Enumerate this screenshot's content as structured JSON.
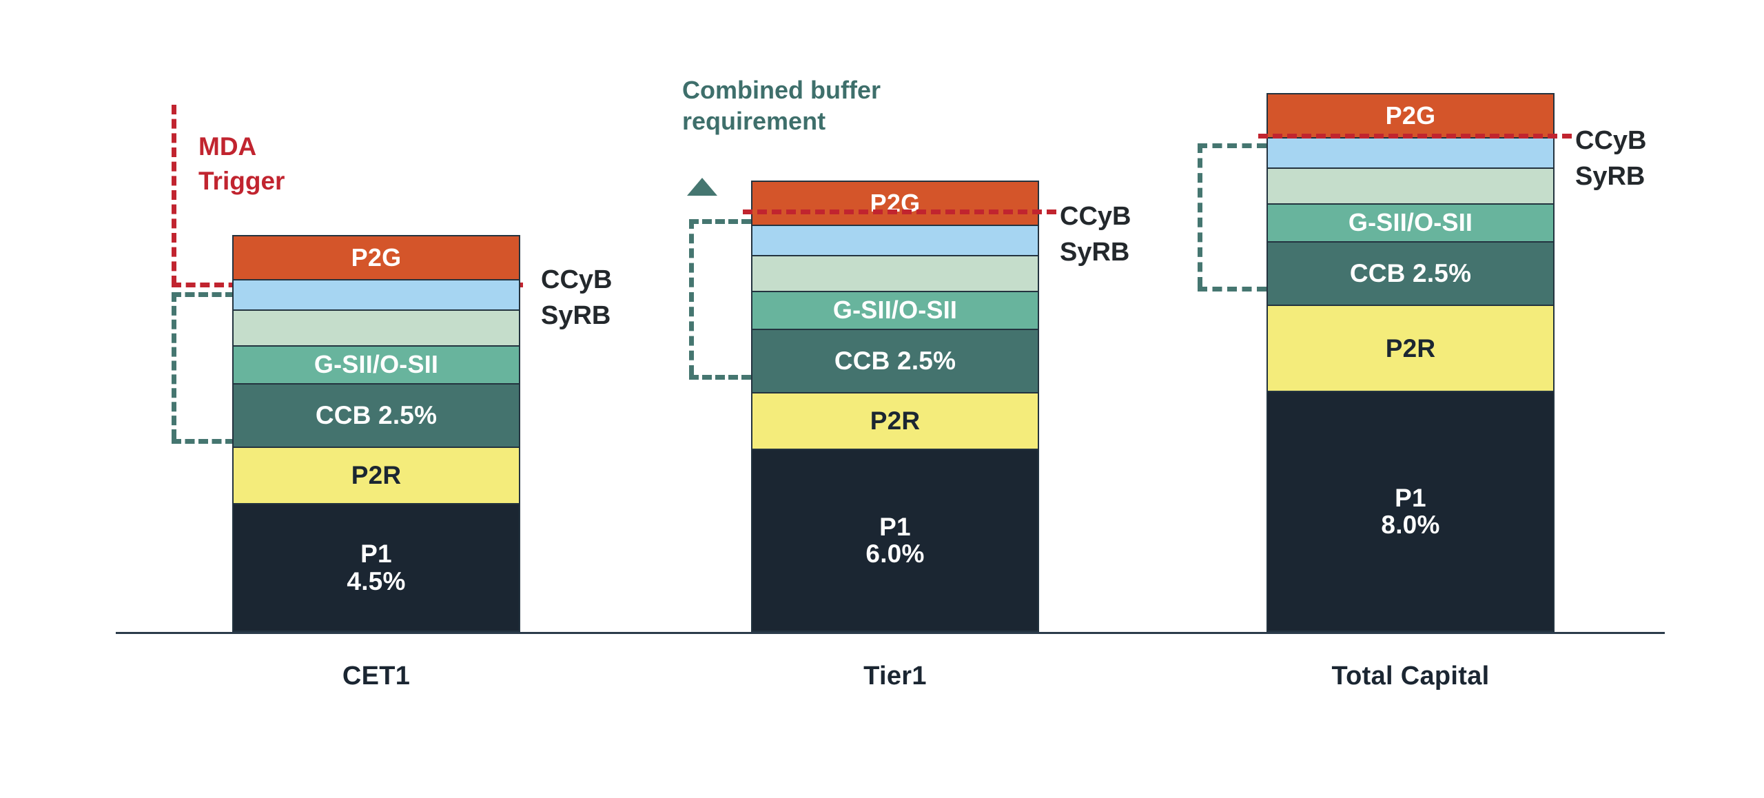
{
  "chart_data": {
    "type": "bar",
    "title": "",
    "subtitle": "",
    "xlabel": "",
    "ylabel": "",
    "stacked": true,
    "grid": false,
    "legend_position": "none",
    "categories": [
      "CET1",
      "Tier1",
      "Total Capital"
    ],
    "stack_order_bottom_to_top": [
      "P1",
      "P2R",
      "CCB",
      "G-SII/O-SII",
      "SyRB",
      "CCyB",
      "P2G"
    ],
    "series": [
      {
        "name": "P1",
        "label": "P1",
        "color": "#1b2632",
        "text_color": "#ffffff",
        "values": [
          4.5,
          6.0,
          8.0
        ]
      },
      {
        "name": "P2R",
        "label": "P2R",
        "color": "#f4ec7b",
        "text_color": "#1b2632",
        "values": [
          1.3,
          1.7,
          2.3
        ]
      },
      {
        "name": "CCB",
        "label": "CCB 2.5%",
        "color": "#44736e",
        "text_color": "#ffffff",
        "values": [
          2.5,
          2.5,
          2.5
        ]
      },
      {
        "name": "G-SII/O-SII",
        "label": "G-SII/O-SII",
        "color": "#68b49d",
        "text_color": "#ffffff",
        "values": [
          1.0,
          1.0,
          1.0
        ]
      },
      {
        "name": "SyRB",
        "label": "",
        "color": "#c5ddcb",
        "text_color": "#1b2632",
        "values": [
          1.0,
          1.0,
          1.0
        ]
      },
      {
        "name": "CCyB",
        "label": "",
        "color": "#a6d5f2",
        "text_color": "#1b2632",
        "values": [
          0.7,
          0.7,
          0.7
        ]
      },
      {
        "name": "P2G",
        "label": "P2G",
        "color": "#d4552a",
        "text_color": "#ffffff",
        "values": [
          1.6,
          1.6,
          1.6
        ]
      }
    ],
    "bar_value_labels": [
      {
        "category": "CET1",
        "segment": "P1",
        "text": "P1\n4.5%"
      },
      {
        "category": "Tier1",
        "segment": "P1",
        "text": "P1\n6.0%"
      },
      {
        "category": "Total Capital",
        "segment": "P1",
        "text": "P1\n8.0%"
      }
    ],
    "annotations": [
      {
        "id": "mda-trigger",
        "text": "MDA\nTrigger",
        "color": "#c1242f",
        "style": "dashed-line-bracket",
        "description": "Red dashed line marking the Maximum Distributable Amount trigger at the top of the CCyB layer"
      },
      {
        "id": "combined-buffer-requirement",
        "text": "Combined buffer\nrequirement",
        "color": "#3e6f6b",
        "style": "dashed-bracket-with-arrow",
        "description": "Teal dashed bracket spanning CCB through CCyB layers"
      }
    ],
    "side_labels": [
      {
        "id": "cet1-side",
        "text": "CCyB\nSyRB",
        "color": "#23282c"
      },
      {
        "id": "tier1-side",
        "text": "CCyB\nSyRB",
        "color": "#23282c"
      },
      {
        "id": "total-side",
        "text": "CCyB\nSyRB",
        "color": "#23282c"
      }
    ]
  },
  "labels": {
    "mda_trigger": "MDA\nTrigger",
    "combined_buffer_requirement": "Combined buffer\nrequirement",
    "ccyb_syrb": "CCyB\nSyRB",
    "p2g": "P2G",
    "gsii_osii": "G-SII/O-SII",
    "ccb": "CCB 2.5%",
    "p2r": "P2R",
    "p1_cet1": "P1\n4.5%",
    "p1_tier1": "P1\n6.0%",
    "p1_total": "P1\n8.0%",
    "cat_cet1": "CET1",
    "cat_tier1": "Tier1",
    "cat_total": "Total Capital",
    "blank": ""
  },
  "colors": {
    "p2g": "#d4552a",
    "ccyb": "#a6d5f2",
    "syrb": "#c5ddcb",
    "gsii": "#68b49d",
    "ccb": "#44736e",
    "p2r": "#f4ec7b",
    "p1": "#1b2632",
    "mda_red": "#c1242f",
    "cbr_teal": "#3e6f6b",
    "axis": "#2b3b4a",
    "background": "#ffffff"
  }
}
